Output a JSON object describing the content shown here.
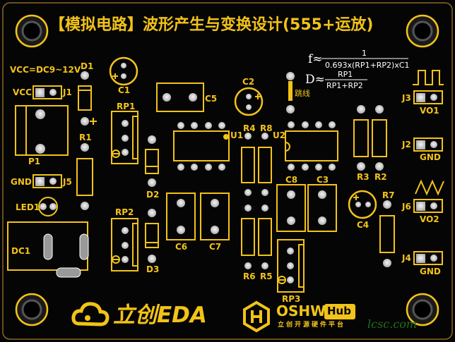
{
  "title": "【模拟电路】波形产生与变换设计(555+运放)",
  "formula": {
    "f_label": "f≈",
    "f_num": "1",
    "f_den": "0.693x(RP1+RP2)xC1",
    "d_label": "D≈",
    "d_num": "RP1",
    "d_den": "RP1+RP2"
  },
  "vcc_note": "VCC=DC9~12V",
  "labels": {
    "d1": "D1",
    "c1": "C1",
    "c2": "C2",
    "c5": "C5",
    "rp1": "RP1",
    "vcc": "VCC",
    "j1": "J1",
    "u1": "U1",
    "r4": "R4",
    "r8": "R8",
    "u2": "U2",
    "jump": "跳线",
    "j3": "J3",
    "vo1": "VO1",
    "j2": "J2",
    "gnd1": "GND",
    "r1": "R1",
    "p1": "P1",
    "d2": "D2",
    "gnd_left": "GND",
    "j5": "J5",
    "led1": "LED1",
    "rp2": "RP2",
    "c8": "C8",
    "c3": "C3",
    "r3": "R3",
    "r2": "R2",
    "r7": "R7",
    "c4": "C4",
    "j6": "J6",
    "vo2": "VO2",
    "c6": "C6",
    "c7": "C7",
    "d3": "D3",
    "dc1": "DC1",
    "r6": "R6",
    "r5": "R5",
    "rp3": "RP3",
    "j4": "J4",
    "gnd2": "GND"
  },
  "logos": {
    "lceda": "立创EDA",
    "oshw": "OSHW",
    "hub": "Hub",
    "oshw_sub": "立创开源硬件平台",
    "site": "lcsc.com"
  },
  "colors": {
    "board": "#050505",
    "silk": "#f2c318",
    "pad": "#d8d8d8",
    "white": "#ffffff"
  }
}
